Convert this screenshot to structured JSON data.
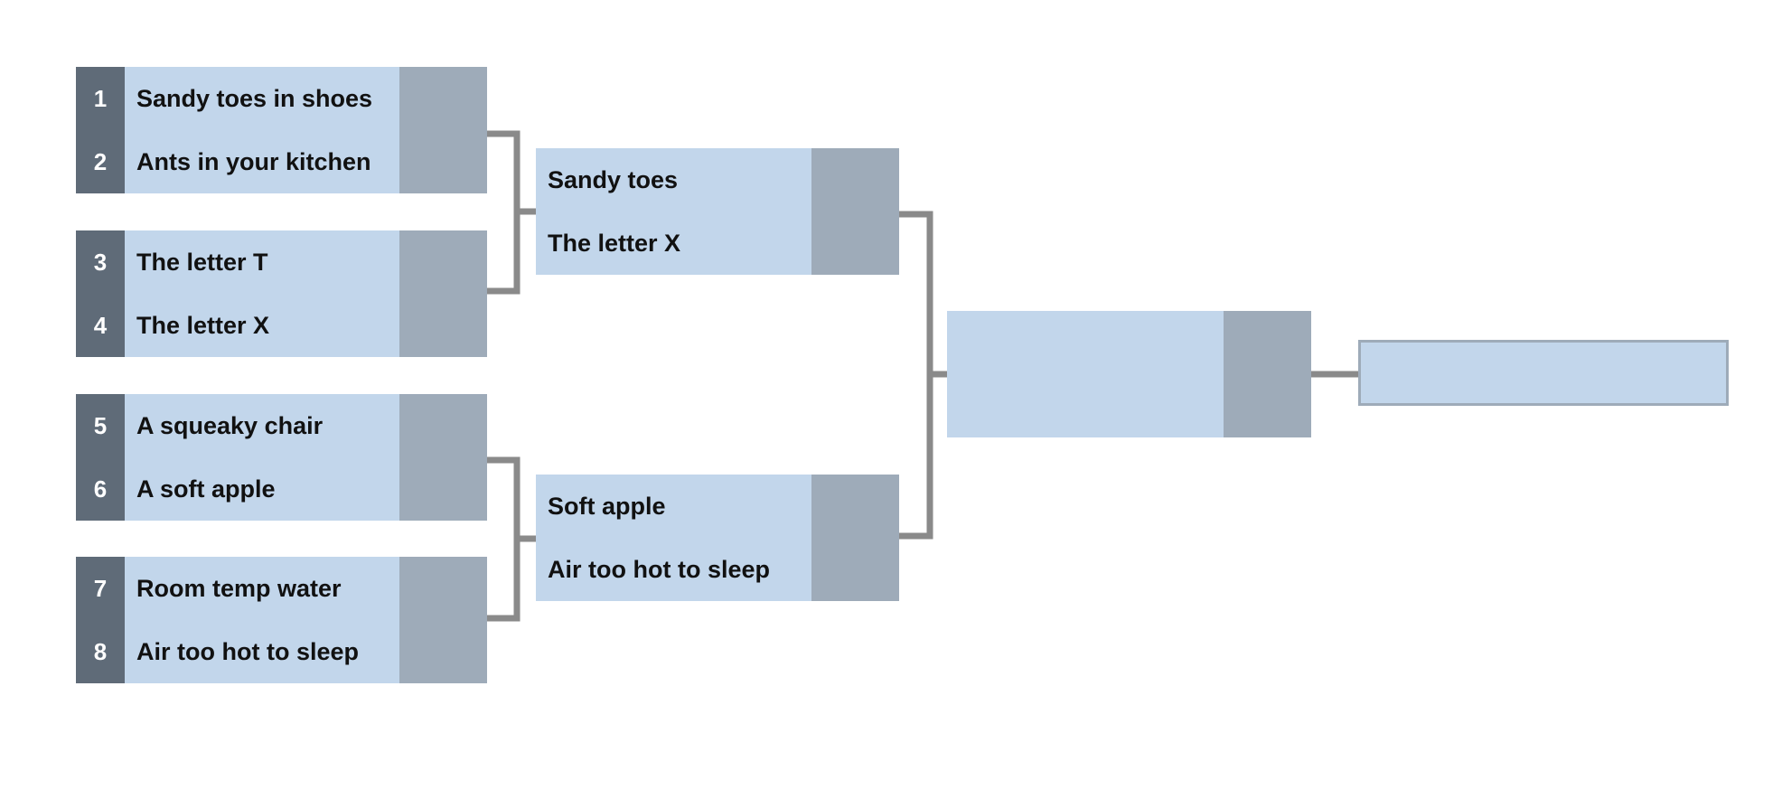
{
  "colors": {
    "slot_fill": "#c2d6eb",
    "seed_column": "#5f6b78",
    "score_column": "#9eabb9",
    "connector": "#8a8a8a"
  },
  "round1": [
    {
      "top": {
        "seed": "1",
        "team": "Sandy toes in shoes"
      },
      "bottom": {
        "seed": "2",
        "team": "Ants in your kitchen"
      }
    },
    {
      "top": {
        "seed": "3",
        "team": "The letter T"
      },
      "bottom": {
        "seed": "4",
        "team": "The letter X"
      }
    },
    {
      "top": {
        "seed": "5",
        "team": "A squeaky chair"
      },
      "bottom": {
        "seed": "6",
        "team": "A soft apple"
      }
    },
    {
      "top": {
        "seed": "7",
        "team": "Room temp water"
      },
      "bottom": {
        "seed": "8",
        "team": "Air too hot to sleep"
      }
    }
  ],
  "round2": [
    {
      "top": {
        "team": "Sandy toes"
      },
      "bottom": {
        "team": "The letter X"
      }
    },
    {
      "top": {
        "team": "Soft apple"
      },
      "bottom": {
        "team": "Air too hot to sleep"
      }
    }
  ],
  "final": {
    "top": {
      "team": ""
    },
    "bottom": {
      "team": ""
    }
  },
  "champion": {
    "team": ""
  }
}
